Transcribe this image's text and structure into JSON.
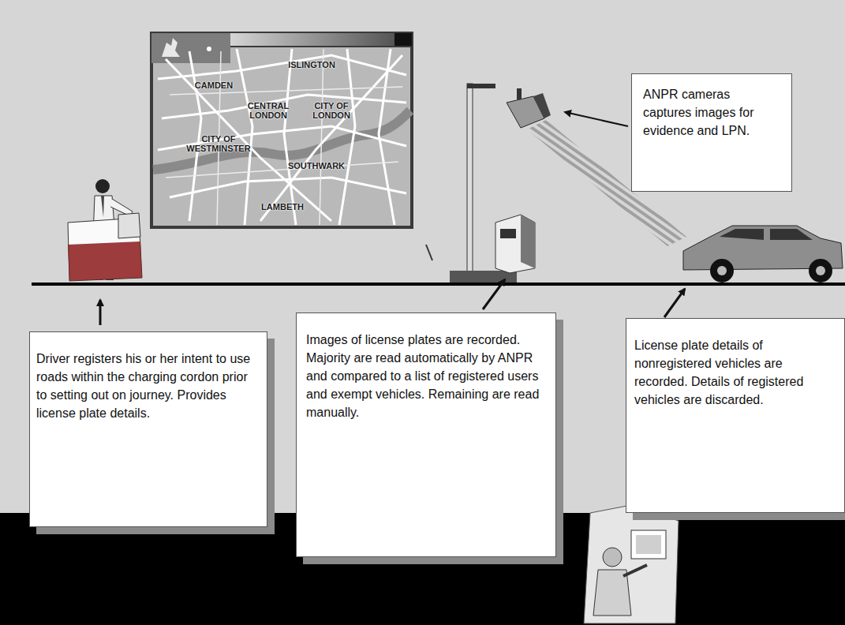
{
  "diagram": {
    "nodes": [
      {
        "text": [
          "ANPR cameras captures images for evidence and LPN."
        ]
      },
      {
        "text": [
          "Driver registers his or her intent to use roads within the charging cordon prior to setting out on journey. Provides license plate details."
        ]
      },
      {
        "text": [
          "Images of license plates are recorded. Majority are read automatically by ANPR and compared to a list of registered users and exempt vehicles. Remaining are read manually."
        ]
      },
      {
        "text": [
          "License plate details of nonregistered vehicles are recorded. Details of registered vehicles are discarded."
        ]
      }
    ],
    "labels": [
      "ISLINGTON",
      "CAMDEN",
      "CENTRAL LONDON",
      "CITY OF LONDON",
      "CITY OF WESTMINSTER",
      "SOUTHWARK",
      "LAMBETH"
    ]
  }
}
